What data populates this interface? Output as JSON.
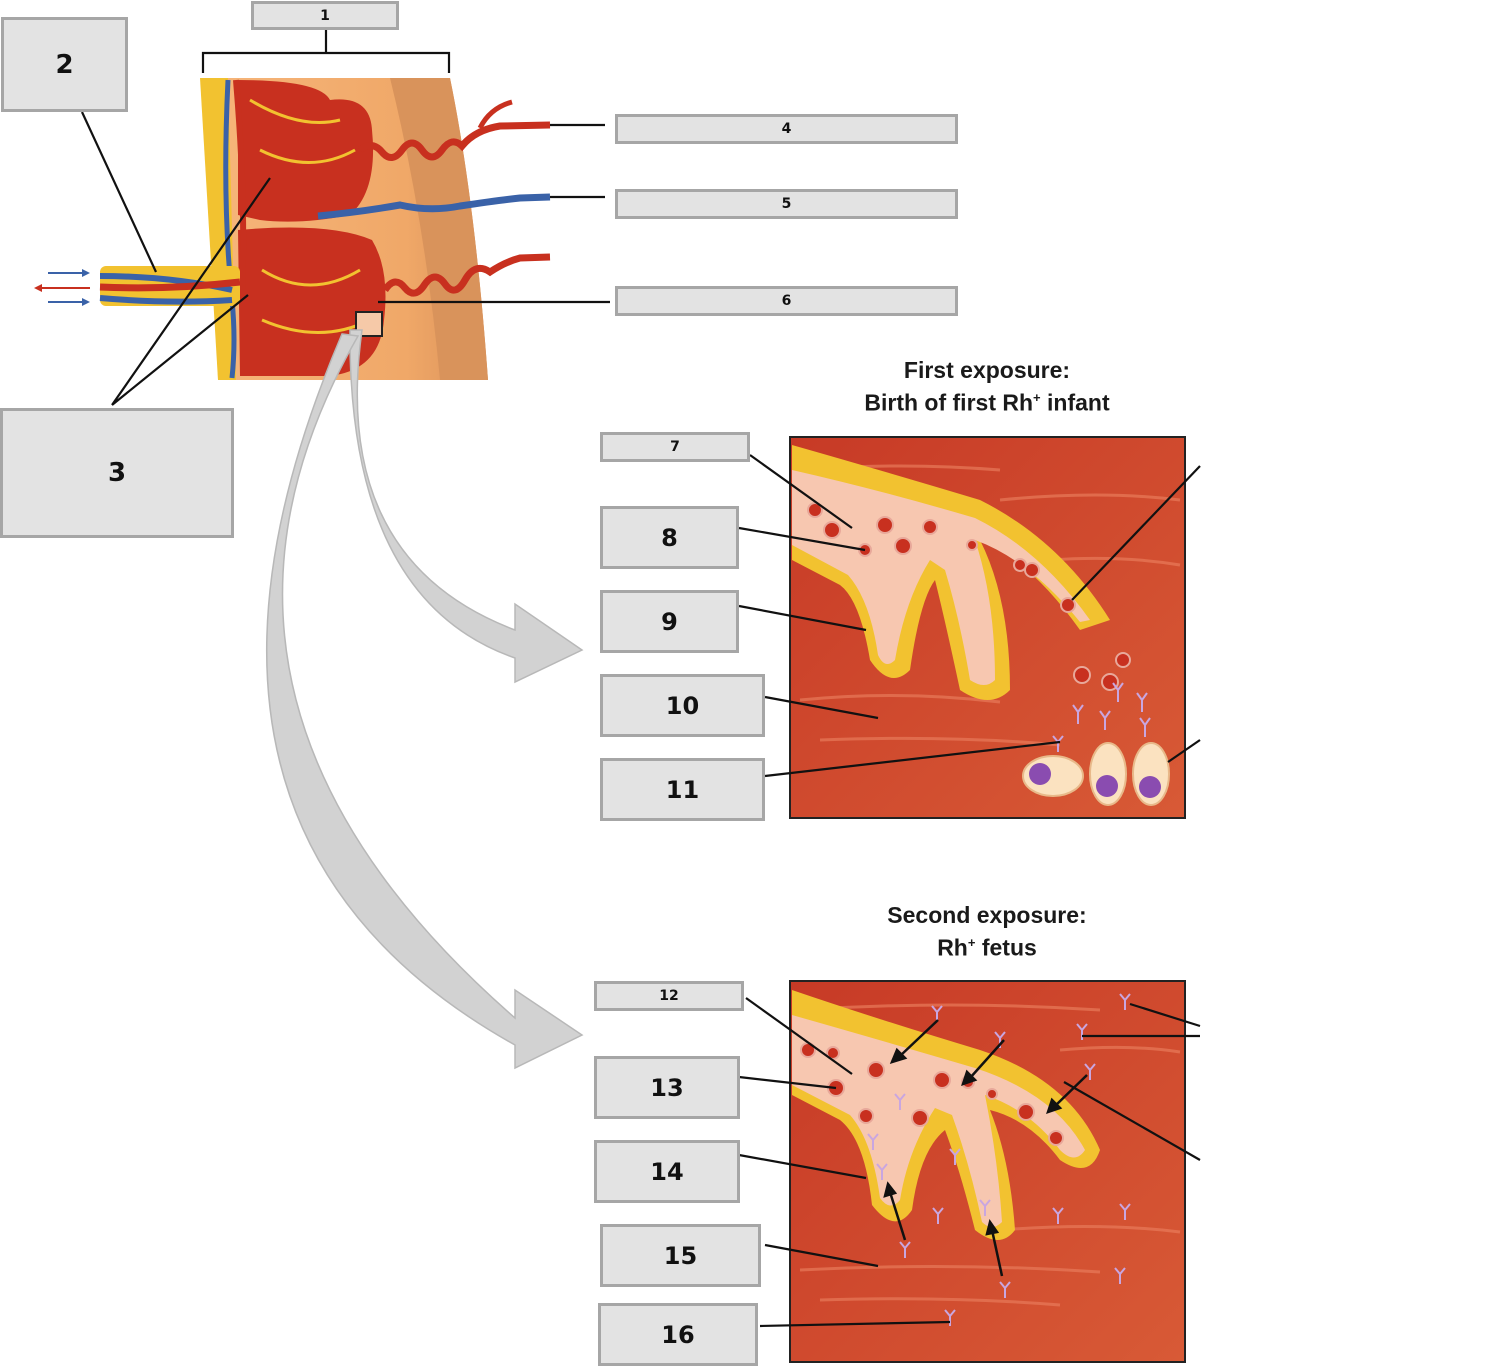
{
  "labels": {
    "l1": "1",
    "l2": "2",
    "l3": "3",
    "l4": "4",
    "l5": "5",
    "l6": "6",
    "l7": "7",
    "l8": "8",
    "l9": "9",
    "l10": "10",
    "l11": "11",
    "l12": "12",
    "l13": "13",
    "l14": "14",
    "l15": "15",
    "l16": "16"
  },
  "headings": {
    "first_line1": "First exposure:",
    "first_line2_pre": "Birth of first Rh",
    "first_line2_sup": "+",
    "first_line2_post": " infant",
    "second_line1": "Second exposure:",
    "second_line2_pre": "Rh",
    "second_line2_sup": "+",
    "second_line2_post": " fetus"
  },
  "colors": {
    "tissue": "#cf4a2e",
    "villus_border": "#f2c230",
    "artery": "#c8301f",
    "vein": "#3a62a8",
    "label_fill": "#e3e3e3",
    "label_border": "#a6a6a6",
    "arrow": "#d2d2d2"
  }
}
